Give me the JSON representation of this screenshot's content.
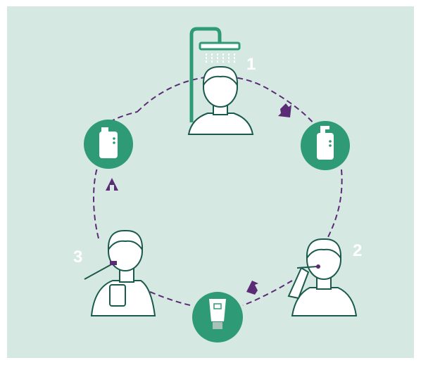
{
  "steps": [
    {
      "number": "1",
      "action": "shower",
      "icon": "shower-head-icon"
    },
    {
      "number": "2",
      "action": "brush-teeth",
      "icon": "toothbrush-icon"
    },
    {
      "number": "3",
      "action": "shave",
      "icon": "razor-icon"
    }
  ],
  "product_icons": [
    "pump-bottle-icon",
    "soap-bottle-icon",
    "tube-icon"
  ],
  "colors": {
    "background": "#d5e9e2",
    "badge": "#2e9a76",
    "dashed_line": "#5b2c75",
    "arrow": "#5b2c75",
    "outline": "#1a5a4c"
  }
}
